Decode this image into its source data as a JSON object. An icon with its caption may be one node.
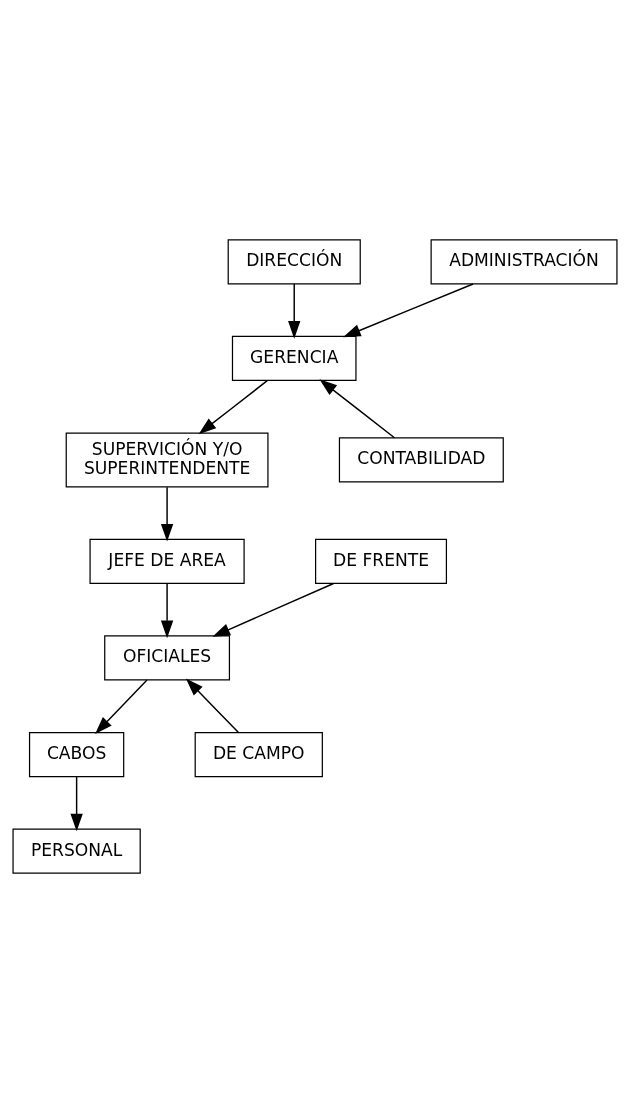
{
  "diagram": {
    "nodes": [
      {
        "text": [
          "DIRECCIÓN"
        ]
      },
      {
        "text": [
          "ADMINISTRACIÓN"
        ]
      },
      {
        "text": [
          "GERENCIA"
        ]
      },
      {
        "text": [
          "CONTABILIDAD"
        ]
      },
      {
        "text": [
          "SUPERVICIÓN Y/O SUPERINTENDENTE"
        ]
      },
      {
        "text": [
          "JEFE DE AREA"
        ]
      },
      {
        "text": [
          "DE FRENTE"
        ]
      },
      {
        "text": [
          "OFICIALES"
        ]
      },
      {
        "text": [
          "DE CAMPO"
        ]
      },
      {
        "text": [
          "CABOS"
        ]
      },
      {
        "text": [
          "PERSONAL"
        ]
      }
    ],
    "edges": [
      {
        "from": 0,
        "to": 2,
        "arrow": "to"
      },
      {
        "from": 1,
        "to": 2,
        "arrow": "to"
      },
      {
        "from": 3,
        "to": 2,
        "arrow": "to"
      },
      {
        "from": 2,
        "to": 4,
        "arrow": "to"
      },
      {
        "from": 4,
        "to": 5,
        "arrow": "to"
      },
      {
        "from": 6,
        "to": 7,
        "arrow": "to"
      },
      {
        "from": 5,
        "to": 7,
        "arrow": "to"
      },
      {
        "from": 8,
        "to": 7,
        "arrow": "to"
      },
      {
        "from": 7,
        "to": 9,
        "arrow": "to"
      },
      {
        "from": 9,
        "to": 10,
        "arrow": "to"
      }
    ]
  }
}
